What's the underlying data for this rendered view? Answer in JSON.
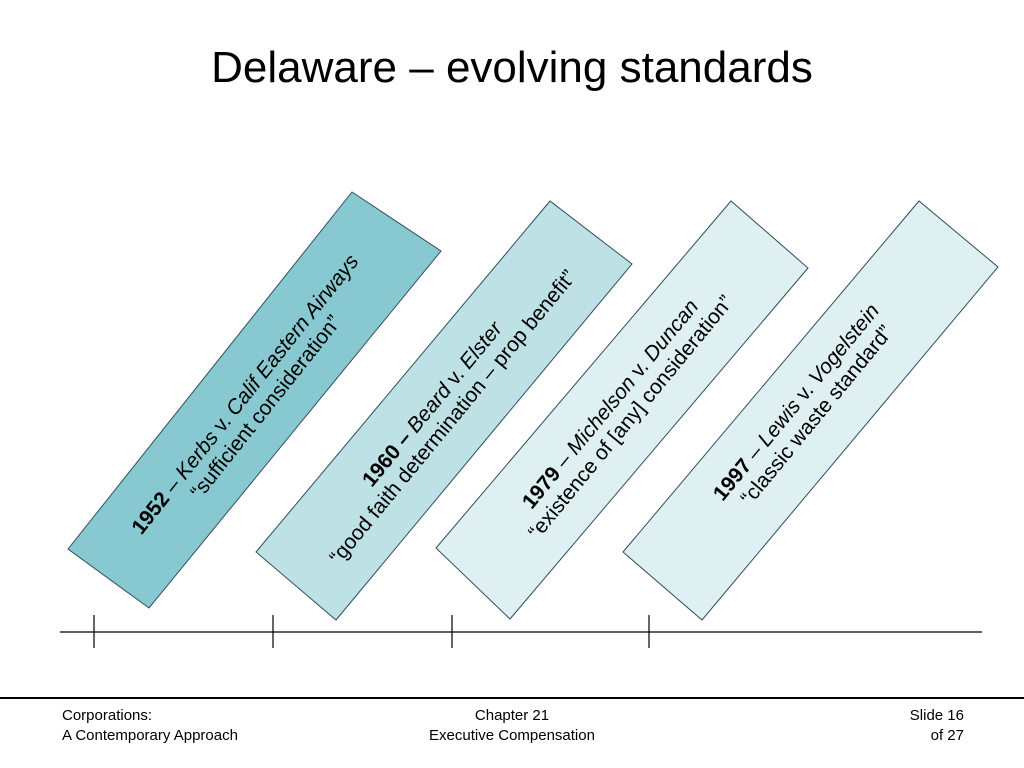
{
  "title": "Delaware – evolving standards",
  "colors": {
    "band_1": "#88c8d0",
    "band_2": "#bde1e5",
    "band_3": "#dff0f2",
    "band_4": "#dff0f2"
  },
  "cases": [
    {
      "year": "1952",
      "dash": " – ",
      "case_a": "Kerbs",
      "v": " v. ",
      "case_b": "Calif Eastern Airways",
      "holding": "“sufficient consideration”"
    },
    {
      "year": "1960 –",
      "dash": "  ",
      "case_a": "Beard",
      "v": " v. ",
      "case_b": "Elster",
      "holding": "“good faith determination – prop benefit”"
    },
    {
      "year": "1979",
      "dash": " – ",
      "case_a": "Michelson",
      "v": " v. ",
      "case_b": "Duncan",
      "holding": "“existence of [any] consideration”"
    },
    {
      "year": "1997",
      "dash": " – ",
      "case_a": "Lewis",
      "v": " v. ",
      "case_b": "Vogelstein",
      "holding": "“classic waste standard”"
    }
  ],
  "footer": {
    "left_line1": "Corporations:",
    "left_line2": "A Contemporary Approach",
    "center_line1": "Chapter 21",
    "center_line2": "Executive Compensation",
    "right_line1": "Slide 16",
    "right_line2": "of 27"
  }
}
